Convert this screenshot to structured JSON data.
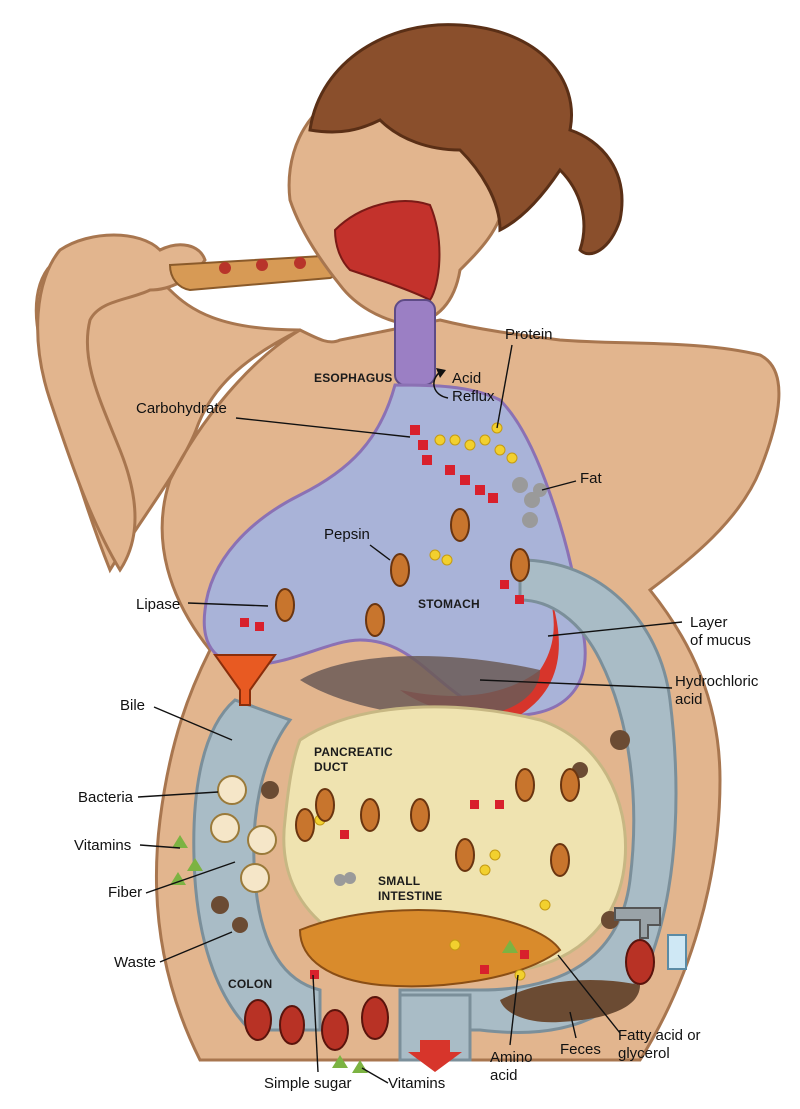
{
  "organs": {
    "esophagus": "ESOPHAGUS",
    "stomach": "STOMACH",
    "pancreatic_duct": [
      "PANCREATIC",
      "DUCT"
    ],
    "small_intestine": [
      "SMALL",
      "INTESTINE"
    ],
    "colon": "COLON"
  },
  "labels": {
    "protein": "Protein",
    "acid_reflux": [
      "Acid",
      "Reflux"
    ],
    "carbohydrate": "Carbohydrate",
    "fat": "Fat",
    "pepsin": "Pepsin",
    "lipase": "Lipase",
    "layer_of_mucus": [
      "Layer",
      "of mucus"
    ],
    "hydrochloric_acid": [
      "Hydrochloric",
      "acid"
    ],
    "bile": "Bile",
    "bacteria": "Bacteria",
    "vitamins_left": "Vitamins",
    "fiber": "Fiber",
    "waste": "Waste",
    "amino_acid": [
      "Amino",
      "acid"
    ],
    "feces": "Feces",
    "fatty_acid": [
      "Fatty acid or",
      "glycerol"
    ],
    "simple_sugar": "Simple sugar",
    "vitamins_bottom": "Vitamins"
  },
  "colors": {
    "skin": "#e2b58e",
    "skin_outline": "#a8764f",
    "hair": "#8a4f2c",
    "stomach": "#a9b3d8",
    "small_intestine": "#efe3b0",
    "colon": "#a9bcc6",
    "nutrient_red": "#d8202c",
    "nutrient_yellow": "#f2d02e",
    "enzyme": "#c8752d",
    "mucus": "#d7352b",
    "esophagus": "#9b7fc4"
  }
}
